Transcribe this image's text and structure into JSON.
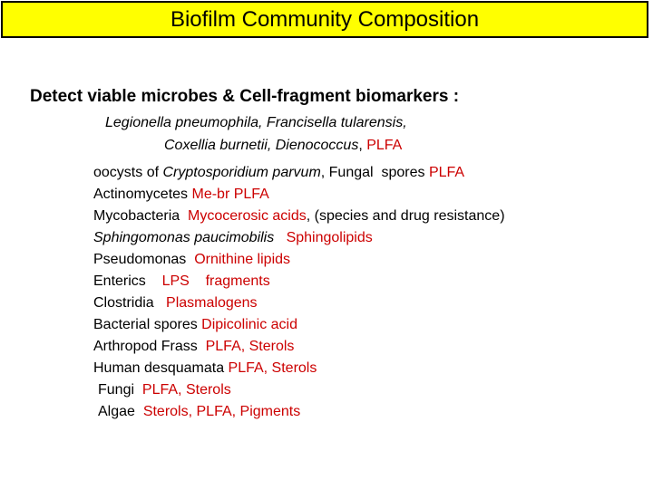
{
  "title": "Biofilm Community Composition",
  "heading": "Detect viable microbes & Cell-fragment biomarkers :",
  "colors": {
    "title_background": "#ffff00",
    "biomarker_text": "#cc0000",
    "body_text": "#000000"
  },
  "lines": [
    {
      "segments": [
        {
          "text": "Legionella pneumophila, Francisella tularensis,",
          "italic": true,
          "red": false
        }
      ]
    },
    {
      "segments": [
        {
          "text": "Coxellia burnetii, Dienococcus",
          "italic": true,
          "red": false
        },
        {
          "text": ", ",
          "italic": false,
          "red": false
        },
        {
          "text": "PLFA",
          "italic": false,
          "red": true
        }
      ]
    },
    {
      "segments": [
        {
          "text": "oocysts of ",
          "italic": false,
          "red": false
        },
        {
          "text": "Cryptosporidium parvum",
          "italic": true,
          "red": false
        },
        {
          "text": ", Fungal  spores ",
          "italic": false,
          "red": false
        },
        {
          "text": "PLFA",
          "italic": false,
          "red": true
        }
      ]
    },
    {
      "segments": [
        {
          "text": "Actinomycetes ",
          "italic": false,
          "red": false
        },
        {
          "text": "Me-br PLFA",
          "italic": false,
          "red": true
        }
      ]
    },
    {
      "segments": [
        {
          "text": "Mycobacteria  ",
          "italic": false,
          "red": false
        },
        {
          "text": "Mycocerosic acids",
          "italic": false,
          "red": true
        },
        {
          "text": ", (species and drug resistance)",
          "italic": false,
          "red": false
        }
      ]
    },
    {
      "segments": [
        {
          "text": "Sphingomonas paucimobilis",
          "italic": true,
          "red": false
        },
        {
          "text": "   ",
          "italic": false,
          "red": false
        },
        {
          "text": "Sphingolipids",
          "italic": false,
          "red": true
        }
      ]
    },
    {
      "segments": [
        {
          "text": "Pseudomonas  ",
          "italic": false,
          "red": false
        },
        {
          "text": "Ornithine lipids",
          "italic": false,
          "red": true
        }
      ]
    },
    {
      "segments": [
        {
          "text": "Enterics    ",
          "italic": false,
          "red": false
        },
        {
          "text": "LPS    fragments",
          "italic": false,
          "red": true
        }
      ]
    },
    {
      "segments": [
        {
          "text": "Clostridia   ",
          "italic": false,
          "red": false
        },
        {
          "text": "Plasmalogens",
          "italic": false,
          "red": true
        }
      ]
    },
    {
      "segments": [
        {
          "text": "Bacterial spores ",
          "italic": false,
          "red": false
        },
        {
          "text": "Dipicolinic acid",
          "italic": false,
          "red": true
        }
      ]
    },
    {
      "segments": [
        {
          "text": "Arthropod Frass  ",
          "italic": false,
          "red": false
        },
        {
          "text": "PLFA, Sterols",
          "italic": false,
          "red": true
        }
      ]
    },
    {
      "segments": [
        {
          "text": "Human desquamata ",
          "italic": false,
          "red": false
        },
        {
          "text": "PLFA, Sterols",
          "italic": false,
          "red": true
        }
      ]
    },
    {
      "segments": [
        {
          "text": "Fungi  ",
          "italic": false,
          "red": false
        },
        {
          "text": "PLFA, Sterols",
          "italic": false,
          "red": true
        }
      ]
    },
    {
      "segments": [
        {
          "text": "Algae  ",
          "italic": false,
          "red": false
        },
        {
          "text": "Sterols, PLFA, Pigments",
          "italic": false,
          "red": true
        }
      ]
    }
  ]
}
